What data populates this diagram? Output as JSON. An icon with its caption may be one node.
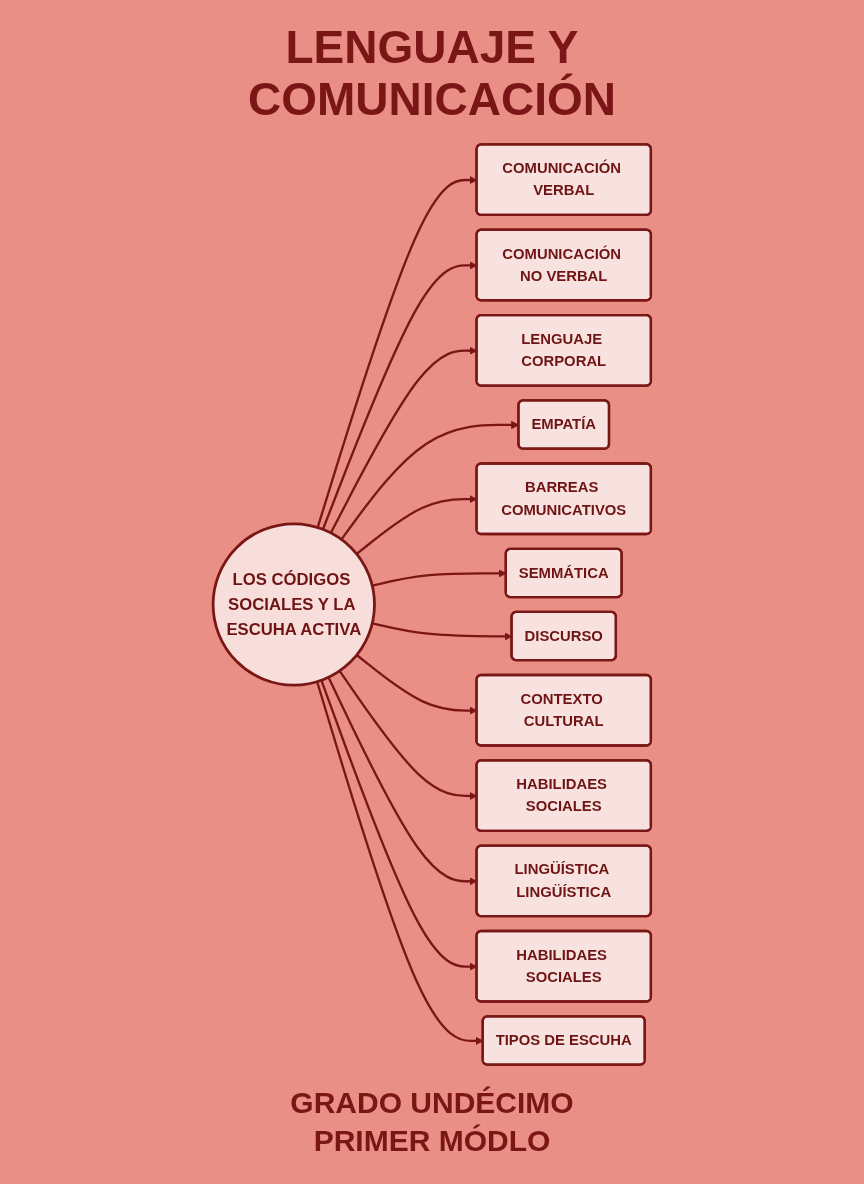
{
  "diagram": {
    "title": "LENGUAJE Y COMUNICACIÓN",
    "nodes": [
      {
        "text": [
          "LOS CÓDIGOS SOCIALES Y LA ESCUHA ACTIVA"
        ]
      },
      {
        "text": [
          "COMUNICACIÓN VERBAL"
        ]
      },
      {
        "text": [
          "COMUNICACIÓN NO VERBAL"
        ]
      },
      {
        "text": [
          "LENGUAJE CORPORAL"
        ]
      },
      {
        "text": [
          "EMPATÍA"
        ]
      },
      {
        "text": [
          "BARREAS COMUNICATIVOS"
        ]
      },
      {
        "text": [
          "SEMMÁTICA"
        ]
      },
      {
        "text": [
          "DISCURSO"
        ]
      },
      {
        "text": [
          "CONTEXTO CULTURAL"
        ]
      },
      {
        "text": [
          "HABILIDAES SOCIALES"
        ]
      },
      {
        "text": [
          "LINGÜÍSTICA LINGÜÍSTICA"
        ]
      },
      {
        "text": [
          "HABILIDAES SOCIALES"
        ]
      },
      {
        "text": [
          "TIPOS DE ESCUHA"
        ]
      }
    ],
    "edges": [
      {
        "from": 0,
        "to": 1,
        "arrow": "to"
      },
      {
        "from": 0,
        "to": 2,
        "arrow": "to"
      },
      {
        "from": 0,
        "to": 3,
        "arrow": "to"
      },
      {
        "from": 0,
        "to": 4,
        "arrow": "to"
      },
      {
        "from": 0,
        "to": 5,
        "arrow": "to"
      },
      {
        "from": 0,
        "to": 6,
        "arrow": "to"
      },
      {
        "from": 0,
        "to": 7,
        "arrow": "to"
      },
      {
        "from": 0,
        "to": 8,
        "arrow": "to"
      },
      {
        "from": 0,
        "to": 9,
        "arrow": "to"
      },
      {
        "from": 0,
        "to": 10,
        "arrow": "to"
      },
      {
        "from": 0,
        "to": 11,
        "arrow": "to"
      },
      {
        "from": 0,
        "to": 12,
        "arrow": "to"
      }
    ],
    "labels": [
      "GRADO UNDÉCIMO",
      "PRIMER MÓDLO"
    ]
  }
}
